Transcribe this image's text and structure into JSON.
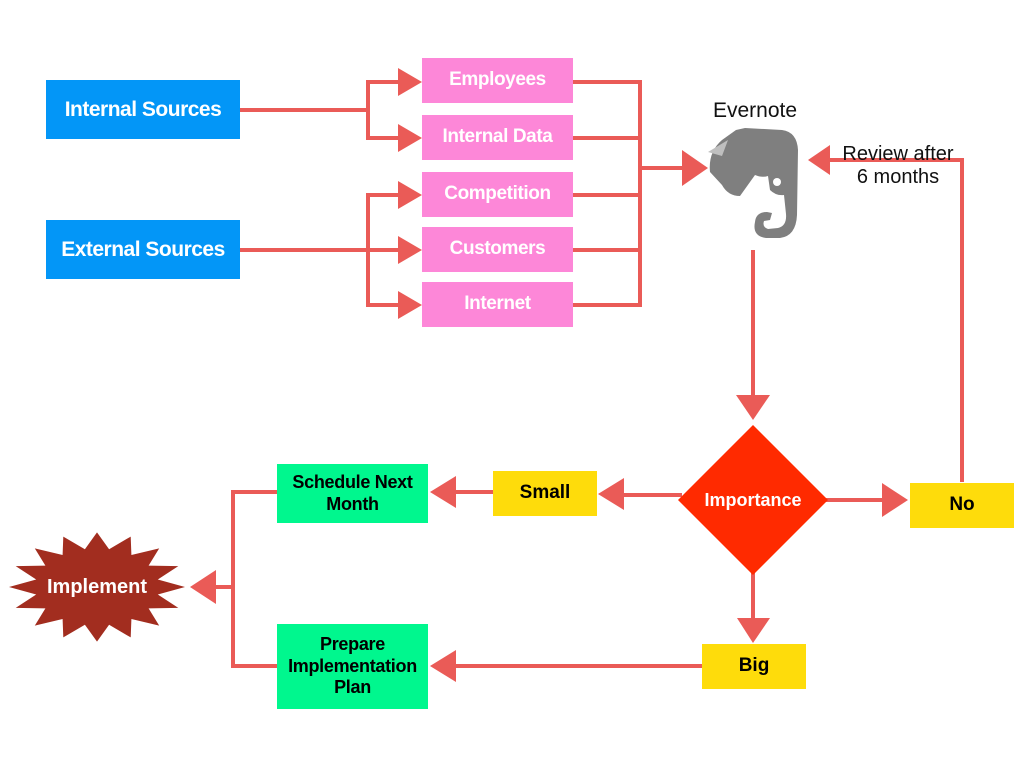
{
  "diagram": {
    "sources": [
      {
        "id": "internal",
        "label": "Internal Sources"
      },
      {
        "id": "external",
        "label": "External Sources"
      }
    ],
    "channels": [
      {
        "id": "employees",
        "label": "Employees",
        "from": "internal"
      },
      {
        "id": "internal-data",
        "label": "Internal Data",
        "from": "internal"
      },
      {
        "id": "competition",
        "label": "Competition",
        "from": "external"
      },
      {
        "id": "customers",
        "label": "Customers",
        "from": "external"
      },
      {
        "id": "internet",
        "label": "Internet",
        "from": "external"
      }
    ],
    "repository": {
      "label": "Evernote",
      "icon": "evernote-elephant-icon"
    },
    "review_note": {
      "line1": "Review after",
      "line2": "6 months"
    },
    "decision": {
      "label": "Importance"
    },
    "outcomes": {
      "small": "Small",
      "big": "Big",
      "no": "No"
    },
    "actions": {
      "schedule": {
        "line1": "Schedule Next",
        "line2": "Month"
      },
      "prepare": {
        "line1": "Prepare",
        "line2": "Implementation",
        "line3": "Plan"
      }
    },
    "final": {
      "label": "Implement"
    },
    "colors": {
      "source_blue": "#0396f7",
      "channel_pink": "#fd87d8",
      "outcome_yellow": "#fedc0b",
      "action_green": "#00f78e",
      "decision_red": "#ff2a00",
      "final_brown": "#a22d1f",
      "arrow_red": "#ea5b57",
      "evernote_gray": "#7f7f7f"
    }
  }
}
